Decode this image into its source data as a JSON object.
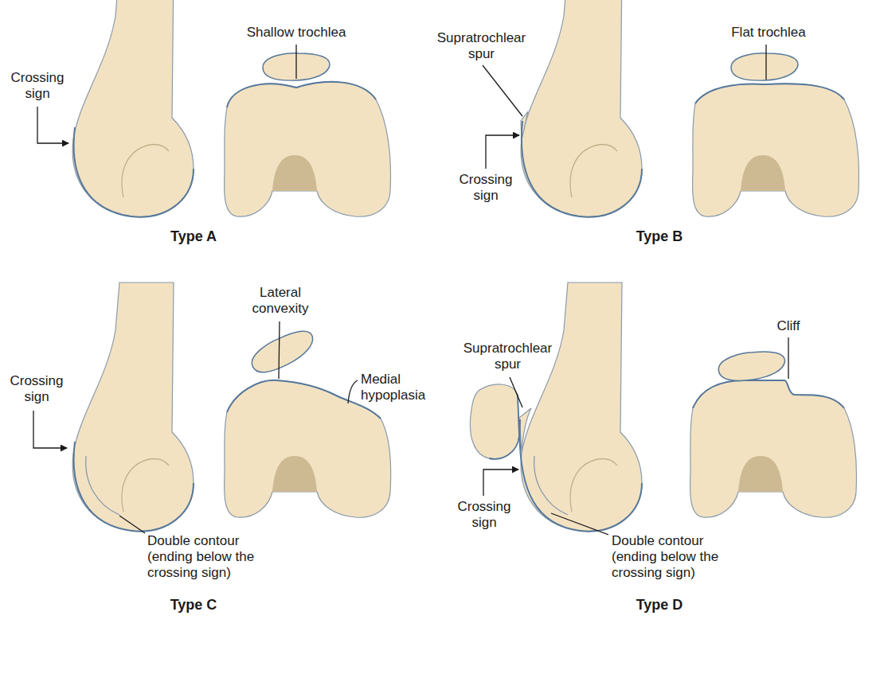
{
  "diagram": {
    "labels": [
      "Shallow trochlea",
      "Crossing sign",
      "Type A",
      "Supratrochlear spur",
      "Flat trochlea",
      "Crossing sign",
      "Type B",
      "Lateral convexity",
      "Crossing sign",
      "Medial hypoplasia",
      "Double contour (ending below the crossing sign)",
      "Type C",
      "Supratrochlear spur",
      "Cliff",
      "Crossing sign",
      "Double contour (ending below the crossing sign)",
      "Type D"
    ]
  }
}
